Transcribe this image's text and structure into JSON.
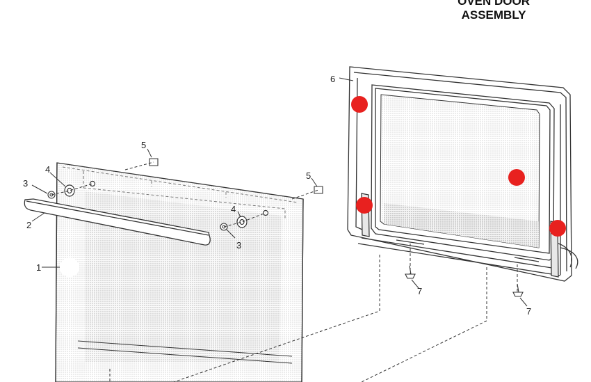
{
  "title": {
    "line1": "OVEN DOOR",
    "line2": "ASSEMBLY"
  },
  "callouts": [
    "1",
    "2",
    "3",
    "3",
    "4",
    "4",
    "5",
    "5",
    "6",
    "7",
    "7"
  ],
  "marker_color": "#e8211f",
  "line_color": "#333333"
}
